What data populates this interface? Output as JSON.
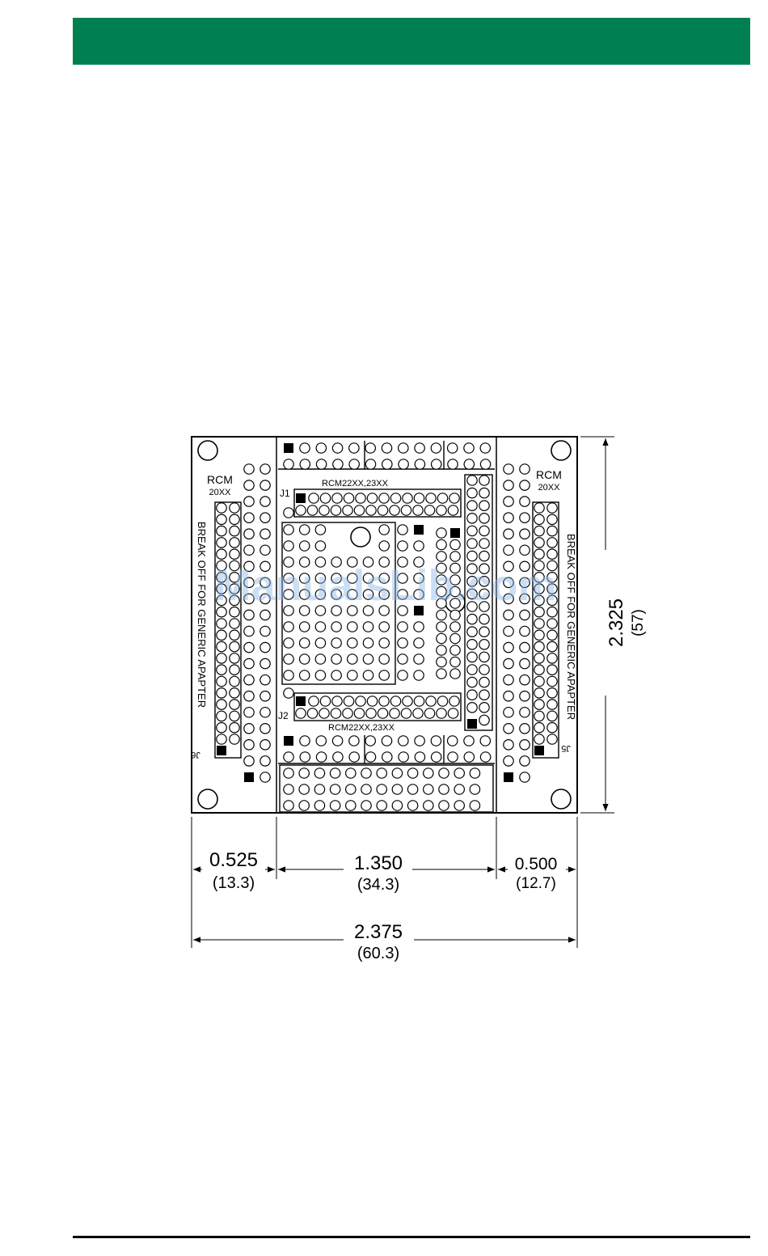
{
  "board": {
    "left_label_line1": "RCM",
    "left_label_line2": "20XX",
    "right_label_line1": "RCM",
    "right_label_line2": "20XX",
    "top_header_label": "RCM22XX,23XX",
    "bottom_header_label": "RCM22XX,23XX",
    "j1": "J1",
    "j2": "J2",
    "j5": "J5",
    "j6": "J6",
    "break_off_left": "BREAK OFF FOR GENERIC APAPTER",
    "break_off_right": "BREAK OFF FOR GENERIC APAPTER"
  },
  "dimensions": {
    "height_in": "2.325",
    "height_mm": "(57)",
    "left_in": "0.525",
    "left_mm": "(13.3)",
    "middle_in": "1.350",
    "middle_mm": "(34.3)",
    "right_in": "0.500",
    "right_mm": "(12.7)",
    "total_in": "2.375",
    "total_mm": "(60.3)"
  },
  "watermark": "ManualsLib.com",
  "colors": {
    "header": "#008050",
    "ink": "#000000"
  }
}
